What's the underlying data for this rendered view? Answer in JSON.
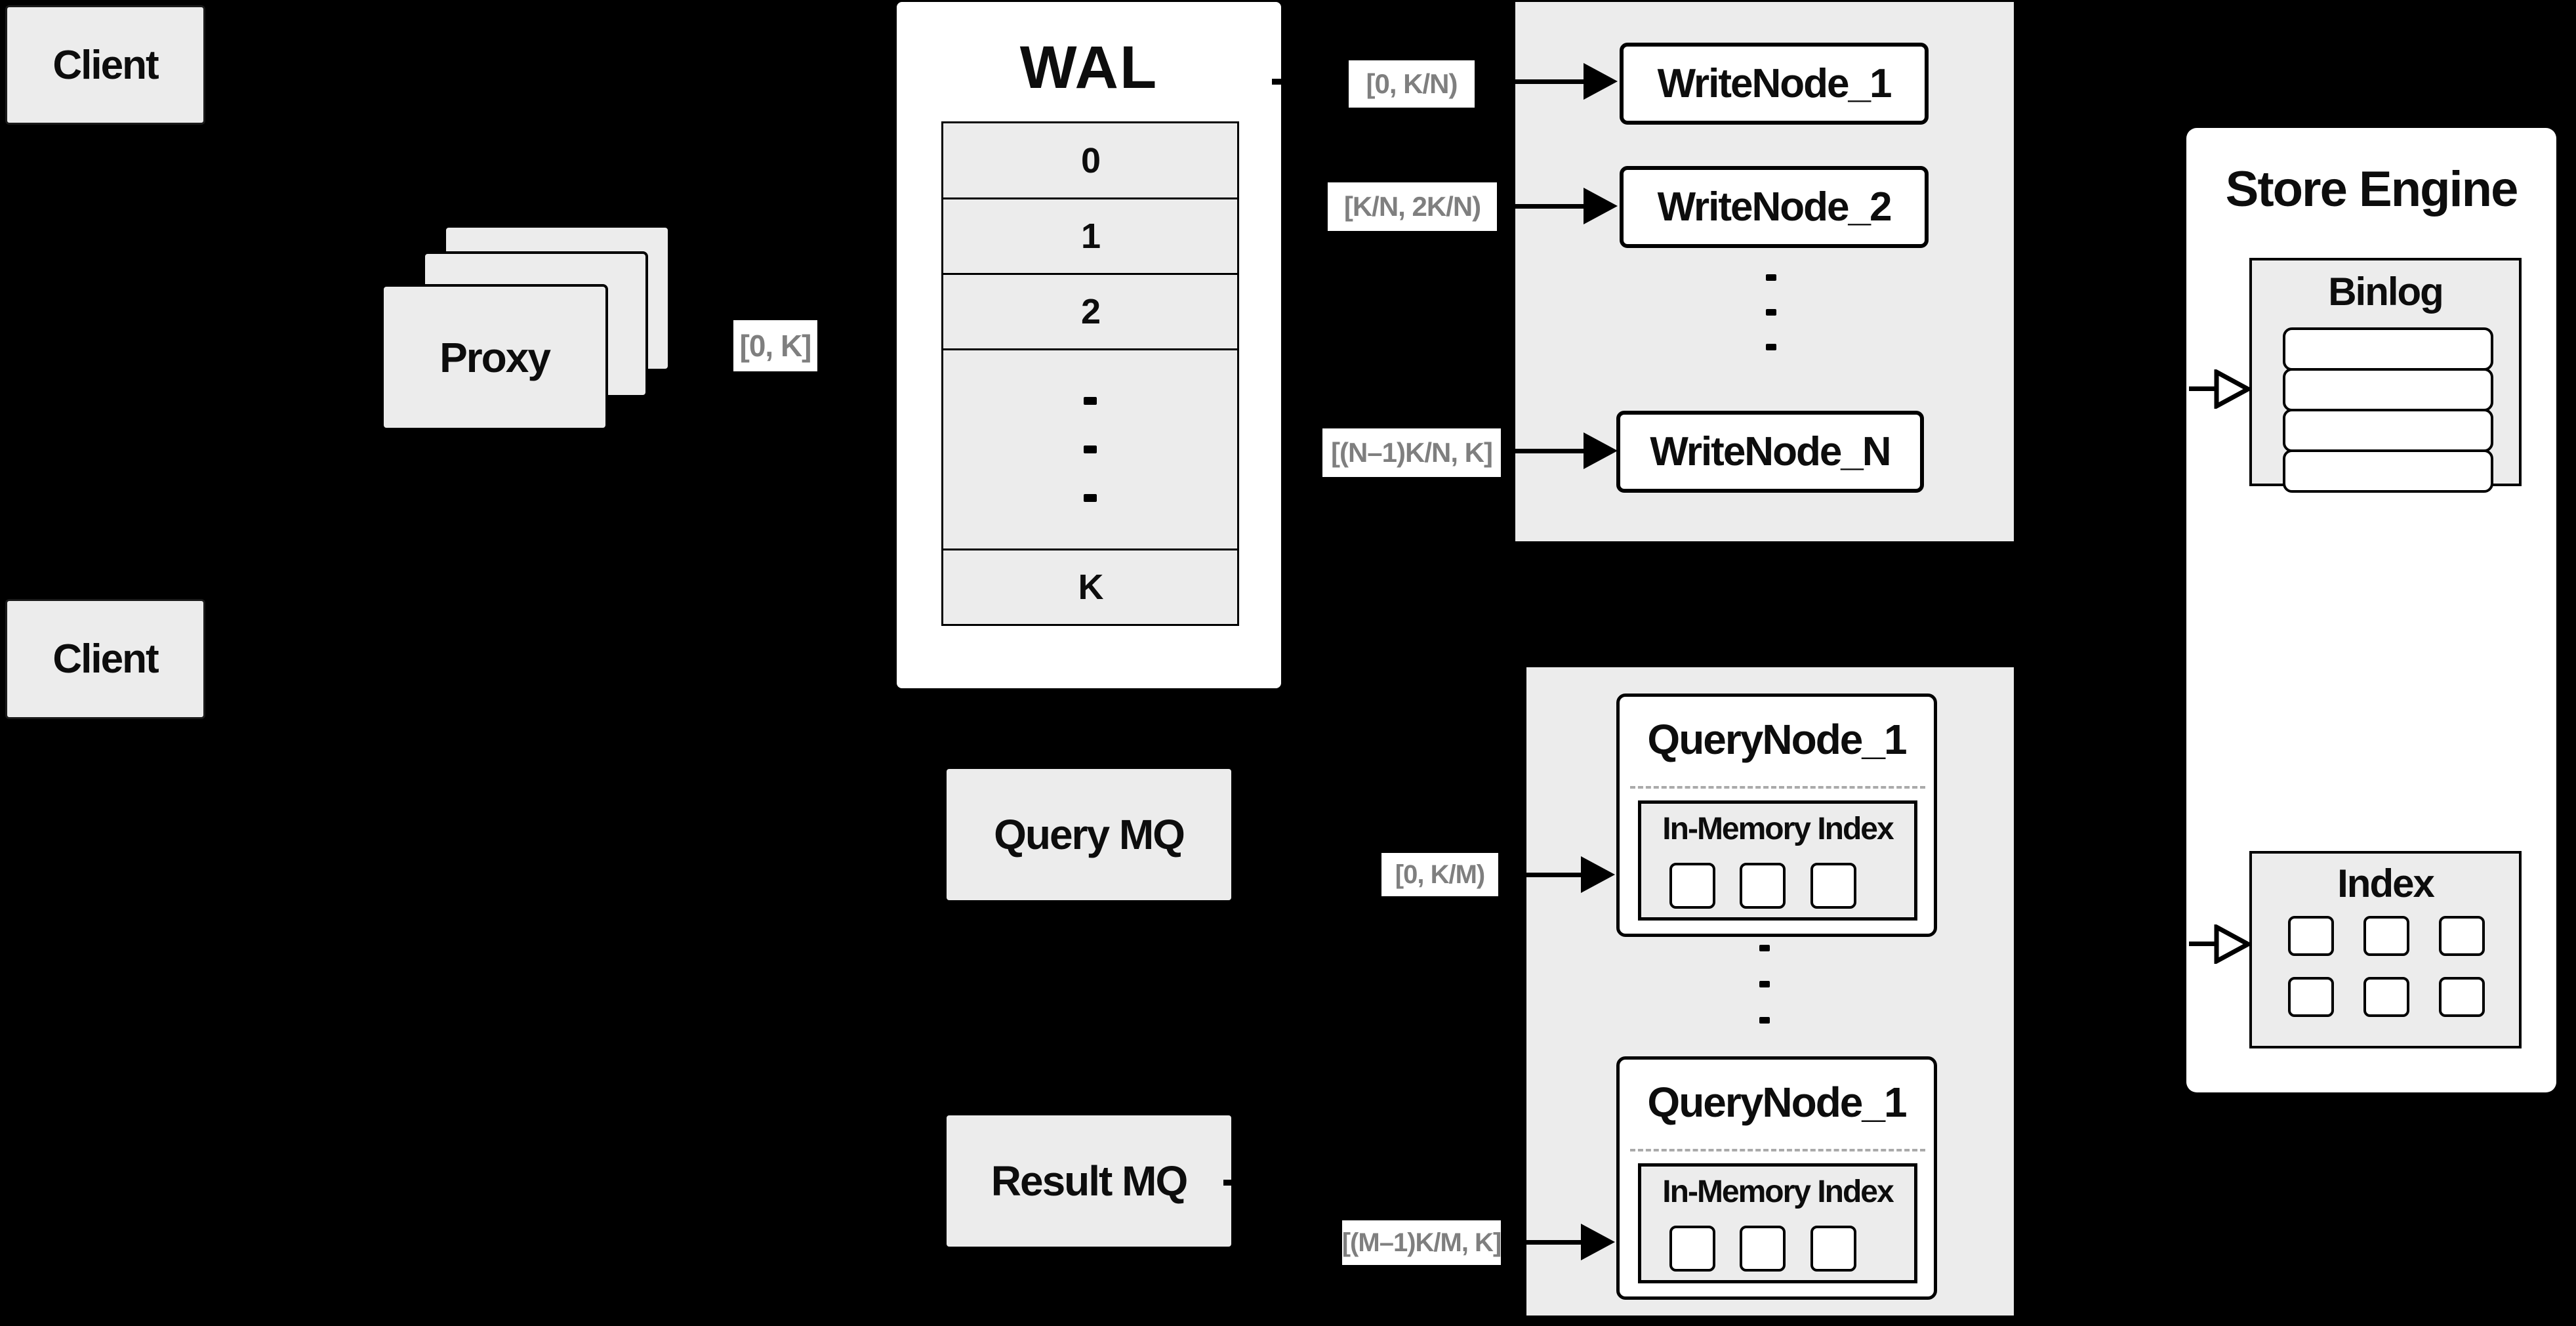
{
  "colors": {
    "background": "#000000",
    "panel_gray": "#ececec",
    "box_border": "#000000",
    "chip_text": "#7f7f7f"
  },
  "clients": {
    "top_label": "Client",
    "bottom_label": "Client"
  },
  "proxy": {
    "label": "Proxy",
    "range_chip": "[0, K]"
  },
  "wal": {
    "title": "WAL",
    "rows": [
      "0",
      "1",
      "2",
      "K"
    ]
  },
  "write_nodes": {
    "node1": "WriteNode_1",
    "node2": "WriteNode_2",
    "node_n": "WriteNode_N",
    "range1": "[0, K/N)",
    "range2": "[K/N, 2K/N)",
    "range_n": "[(N–1)K/N, K]"
  },
  "query_nodes": {
    "top_title": "QueryNode_1",
    "bottom_title": "QueryNode_1",
    "in_memory_label_top": "In-Memory Index",
    "in_memory_label_bottom": "In-Memory Index",
    "range_top": "[0, K/M)",
    "range_bottom": "[(M–1)K/M, K]"
  },
  "mq": {
    "query_label": "Query MQ",
    "result_label": "Result MQ"
  },
  "store_engine": {
    "title": "Store Engine",
    "binlog_label": "Binlog",
    "index_label": "Index"
  }
}
